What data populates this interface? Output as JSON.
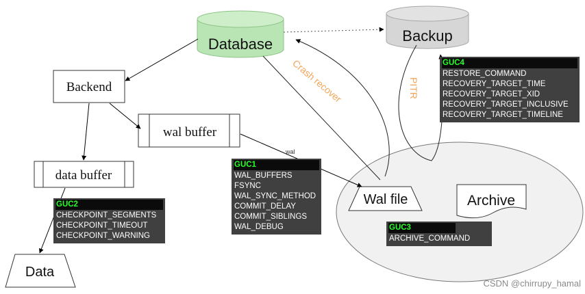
{
  "nodes": {
    "database": "Database",
    "backup": "Backup",
    "backend": "Backend",
    "wal_buffer": "wal buffer",
    "data_buffer": "data buffer",
    "wal_file": "Wal file",
    "archive": "Archive",
    "data": "Data"
  },
  "edge_labels": {
    "crash_recover": "Crash recover",
    "pitr": "PITR",
    "wal": "wal"
  },
  "guc_boxes": {
    "guc1": {
      "title": "GUC1",
      "items": [
        "WAL_BUFFERS",
        "FSYNC",
        "WAL_SYNC_METHOD",
        "COMMIT_DELAY",
        "COMMIT_SIBLINGS",
        "WAL_DEBUG"
      ]
    },
    "guc2": {
      "title": "GUC2",
      "items": [
        "CHECKPOINT_SEGMENTS",
        "CHECKPOINT_TIMEOUT",
        "CHECKPOINT_WARNING"
      ]
    },
    "guc3": {
      "title": "GUC3",
      "items": [
        "ARCHIVE_COMMAND"
      ]
    },
    "guc4": {
      "title": "GUC4",
      "items": [
        "RESTORE_COMMAND",
        "RECOVERY_TARGET_TIME",
        "RECOVERY_TARGET_XID",
        "RECOVERY_TARGET_INCLUSIVE",
        "RECOVERY_TARGET_TIMELINE"
      ]
    }
  },
  "watermark": "CSDN @chirrupy_hamal",
  "colors": {
    "database_fill": "#b9e4b4",
    "backup_fill": "#d6d6d6",
    "crash_recover_text": "#f2a65a",
    "pitr_text": "#f2a65a",
    "guc_bg": "#404040",
    "guc_header": "#2aff2a"
  }
}
